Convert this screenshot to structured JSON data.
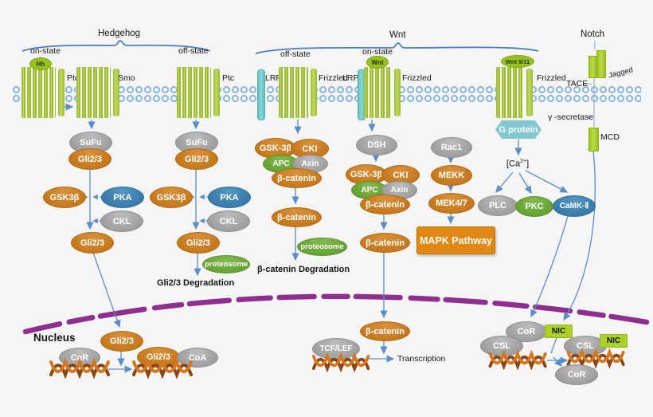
{
  "colors": {
    "background": "#f5f5f6",
    "orange": "#c4771a",
    "gray": "#9d9d9d",
    "blue": "#3679a8",
    "green": "#64a032",
    "ligand_green": "#97c11f",
    "receptor_green": "#a3c138",
    "teal": "#6fc7c9",
    "gprotein_teal": "#82c7d2",
    "nic_green": "#abd028",
    "membrane_blue": "#8ab6dc",
    "nuclear_purple": "#8e2e8e",
    "arrow_blue": "#5b8dc8",
    "mapk_orange": "#e08814",
    "dna_orange": "#d4761f",
    "dna_brown": "#8a4712"
  },
  "hedgehog": {
    "title": "Hedgehog",
    "on_state": "on-state",
    "off_state": "off-state",
    "ligand": "Hh",
    "ptc": "Ptc",
    "smo": "Smo",
    "sufu": "SuFu",
    "gli23": "Gli2/3",
    "gsk3b": "GSK3β",
    "pka": "PKA",
    "ckl": "CKL",
    "proteosome": "proteosome",
    "degradation": "Gli2/3 Degradation"
  },
  "wnt": {
    "title": "Wnt",
    "off_state": "off-state",
    "on_state": "on-state",
    "ligand": "Wnt",
    "ligand_5_11": "Wnt 5/11",
    "lrp": "LRP",
    "frizzled": "Frizzled",
    "gsk3b": "GSK-3β",
    "cki": "CKI",
    "apc": "APC",
    "axin": "Axin",
    "bcatenin": "β-catenin",
    "proteosome": "proteosome",
    "degradation": "β-catenin Degradation",
    "dsh": "DSH",
    "rac1": "Rac1",
    "mekk": "MEKK",
    "mek47": "MEK4/7",
    "mapk": "MAPK Pathway",
    "gprotein": "G protein",
    "ca_open": "[Ca",
    "ca_sup": "2+",
    "ca_close": "]",
    "plc": "PLC",
    "pkc": "PKC",
    "camk2": "CaMK-Ⅱ"
  },
  "notch": {
    "title": "Notch",
    "jagged": "Jagged",
    "tace": "TACE",
    "gamma_secretase": "γ -secretase",
    "mcd": "MCD",
    "nic": "NIC",
    "csl": "CSL",
    "cor": "CoR"
  },
  "nucleus": {
    "label": "Nucleus",
    "gli23": "Gli2/3",
    "cor": "CoR",
    "coa": "CoA",
    "bcatenin": "β-catenin",
    "tcflef": "TCF/LEF",
    "transcription": "Transcription"
  }
}
